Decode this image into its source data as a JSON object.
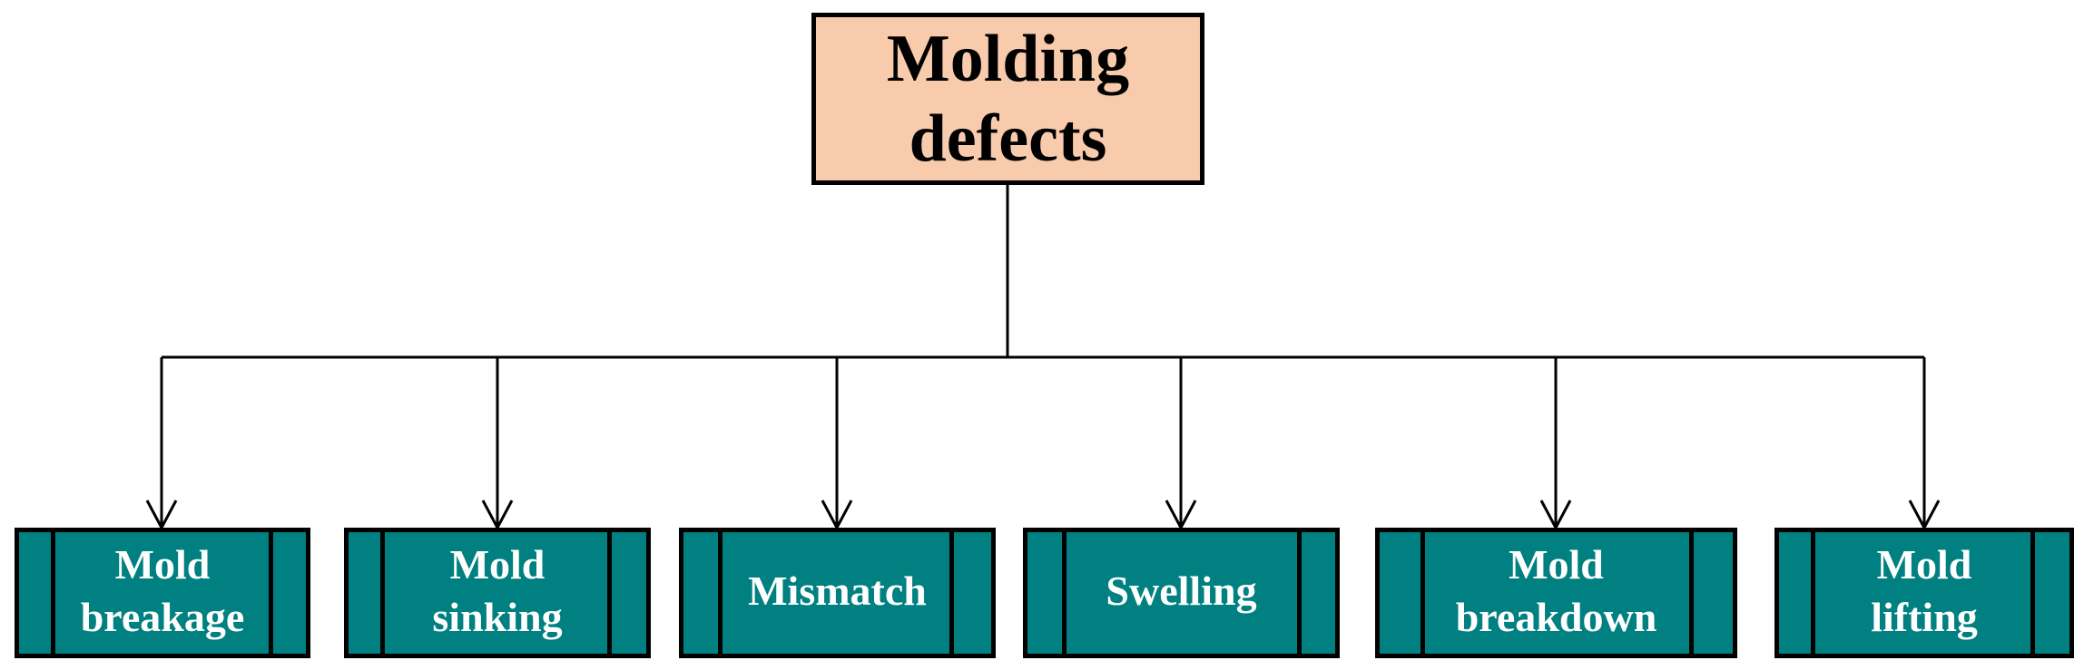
{
  "diagram": {
    "root": {
      "label": "Molding\ndefects",
      "fill": "#F8CBAD",
      "stroke": "#000000"
    },
    "children": [
      {
        "id": "mold-breakage",
        "label": "Mold\nbreakage"
      },
      {
        "id": "mold-sinking",
        "label": "Mold\nsinking"
      },
      {
        "id": "mismatch",
        "label": "Mismatch"
      },
      {
        "id": "swelling",
        "label": "Swelling"
      },
      {
        "id": "mold-breakdown",
        "label": "Mold\nbreakdown"
      },
      {
        "id": "mold-lifting",
        "label": "Mold\nlifting"
      }
    ],
    "colors": {
      "child_fill": "#008080",
      "child_text": "#FFFFFF",
      "root_text": "#000000",
      "connector": "#000000"
    }
  }
}
